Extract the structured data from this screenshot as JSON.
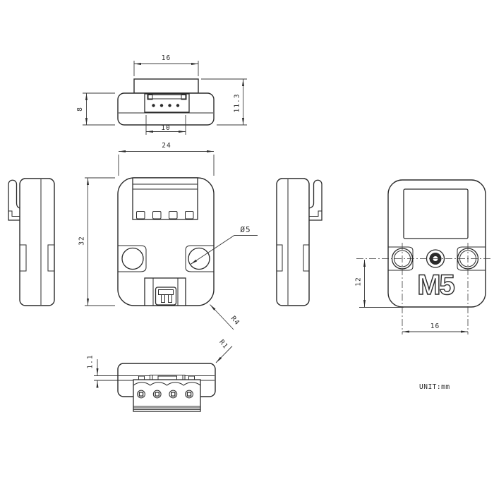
{
  "drawing": {
    "unit_note": "UNIT:mm",
    "logo": "M5",
    "colors": {
      "background": "#ffffff",
      "line": "#2b2b2b",
      "dimension_line": "#3a3a3a",
      "text": "#2b2b2b"
    },
    "dimensions": {
      "top_block_width": "16",
      "top_total_height": "11.3",
      "top_body_height": "8",
      "top_connector_width": "10",
      "front_width": "24",
      "front_height": "32",
      "front_hole_diameter": "Ø5",
      "front_corner_radius": "R4",
      "bottom_lip_height": "1.1",
      "bottom_corner_radius": "R1",
      "back_hole_offset": "12",
      "back_hole_spacing": "16"
    }
  }
}
